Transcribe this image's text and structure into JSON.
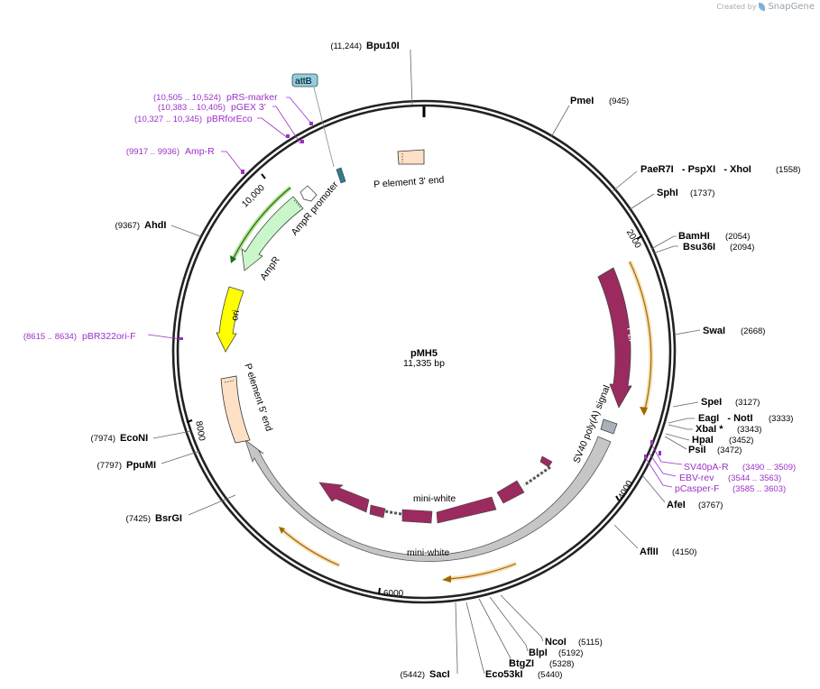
{
  "credit": {
    "prefix": "Created by",
    "brand": "SnapGene"
  },
  "plasmid": {
    "name": "pMH5",
    "size_label": "11,335 bp",
    "length": 11335
  },
  "tick_marks": [
    {
      "pos": 2000,
      "label": "2000"
    },
    {
      "pos": 4000,
      "label": "4000"
    },
    {
      "pos": 6000,
      "label": "6000"
    },
    {
      "pos": 8000,
      "label": "8000"
    },
    {
      "pos": 10000,
      "label": "10,000"
    }
  ],
  "restriction_sites": [
    {
      "name": "Bpu10I",
      "position": "(11,244)"
    },
    {
      "name": "PmeI",
      "position": "(945)"
    },
    {
      "name": "PaeR7I   - PspXI   - XhoI",
      "position": "(1558)"
    },
    {
      "name": "SphI",
      "position": "(1737)"
    },
    {
      "name": "BamHI",
      "position": "(2054)"
    },
    {
      "name": "Bsu36I",
      "position": "(2094)"
    },
    {
      "name": "SwaI",
      "position": "(2668)"
    },
    {
      "name": "SpeI",
      "position": "(3127)"
    },
    {
      "name": "EagI   - NotI",
      "position": "(3333)"
    },
    {
      "name": "XbaI *",
      "position": "(3343)"
    },
    {
      "name": "HpaI",
      "position": "(3452)"
    },
    {
      "name": "PsiI",
      "position": "(3472)"
    },
    {
      "name": "AfeI",
      "position": "(3767)"
    },
    {
      "name": "AflII",
      "position": "(4150)"
    },
    {
      "name": "NcoI",
      "position": "(5115)"
    },
    {
      "name": "BlpI",
      "position": "(5192)"
    },
    {
      "name": "BtgZI",
      "position": "(5328)"
    },
    {
      "name": "Eco53kI",
      "position": "(5440)"
    },
    {
      "name": "SacI",
      "position": "(5442)"
    },
    {
      "name": "BsrGI",
      "position": "(7425)"
    },
    {
      "name": "PpuMI",
      "position": "(7797)"
    },
    {
      "name": "EcoNI",
      "position": "(7974)"
    },
    {
      "name": "AhdI",
      "position": "(9367)"
    }
  ],
  "primers": [
    {
      "name": "SV40pA-R",
      "range": "(3490 .. 3509)"
    },
    {
      "name": "EBV-rev",
      "range": "(3544 .. 3563)"
    },
    {
      "name": "pCasper-F",
      "range": "(3585 .. 3603)"
    },
    {
      "name": "pBR322ori-F",
      "range": "(8615 .. 8634)"
    },
    {
      "name": "Amp-R",
      "range": "(9917 .. 9936)"
    },
    {
      "name": "pBRforEco",
      "range": "(10,327 .. 10,345)"
    },
    {
      "name": "pGEX 3'",
      "range": "(10,383 .. 10,405)"
    },
    {
      "name": "pRS-marker",
      "range": "(10,505 .. 10,524)"
    }
  ],
  "features": [
    {
      "name": "P element 3' end",
      "color": "#fde0c5"
    },
    {
      "name": "FLP",
      "color": "#9b2b5f"
    },
    {
      "name": "SV40 poly(A) signal",
      "color": "#a9b0b8"
    },
    {
      "name": "mini-white",
      "color": "#9b2b5f"
    },
    {
      "name": "mini-white",
      "color": "#c6c6c6"
    },
    {
      "name": "P element 5' end",
      "color": "#fde0c5"
    },
    {
      "name": "ori",
      "color": "#ffff00"
    },
    {
      "name": "AmpR",
      "color": "#c9f7c9"
    },
    {
      "name": "AmpR promoter",
      "color": "#ffffff"
    },
    {
      "name": "attB",
      "color": "#8ecfe0"
    }
  ]
}
